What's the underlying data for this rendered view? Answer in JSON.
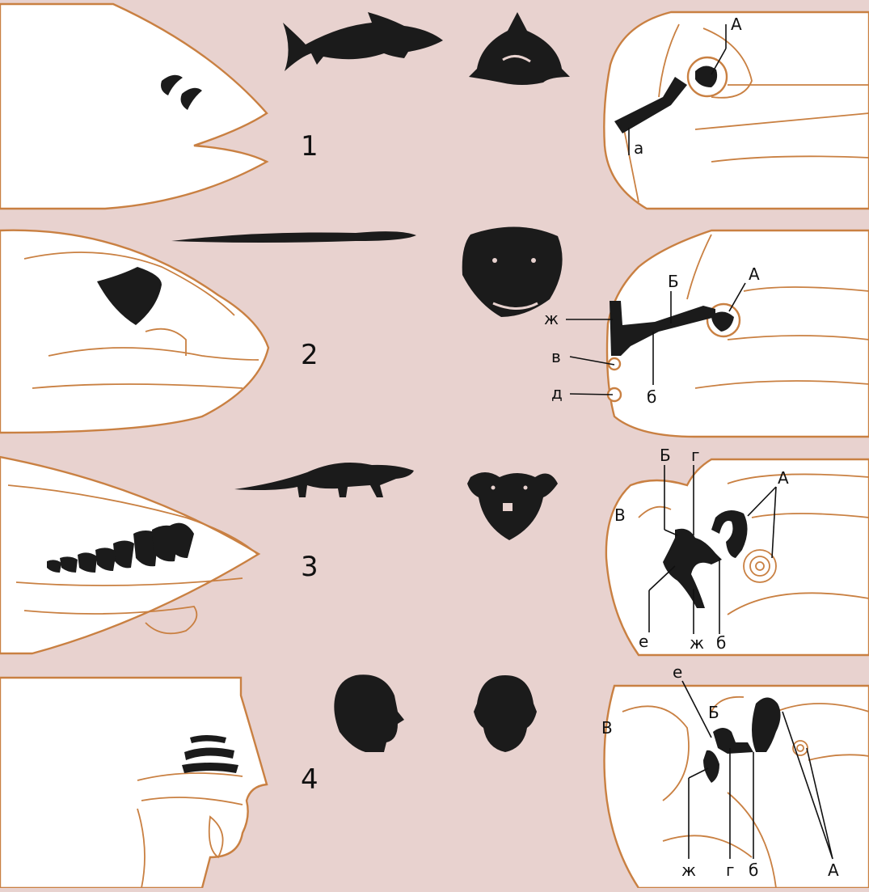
{
  "rows": [
    {
      "number": "1",
      "labels": {
        "A": "А",
        "a": "а"
      }
    },
    {
      "number": "2",
      "labels": {
        "zh": "ж",
        "v": "в",
        "d": "д",
        "B": "Б",
        "A": "А",
        "b": "б"
      }
    },
    {
      "number": "3",
      "labels": {
        "V": "В",
        "B": "Б",
        "g": "г",
        "A": "А",
        "e": "е",
        "zh": "ж",
        "b": "б"
      }
    },
    {
      "number": "4",
      "labels": {
        "e": "е",
        "V": "В",
        "B": "Б",
        "zh": "ж",
        "g": "г",
        "b": "б",
        "A": "А"
      }
    }
  ],
  "colors": {
    "background": "#e8d2cf",
    "outline": "#c98042",
    "silhouette": "#1b1b1b",
    "panel": "#ffffff"
  }
}
